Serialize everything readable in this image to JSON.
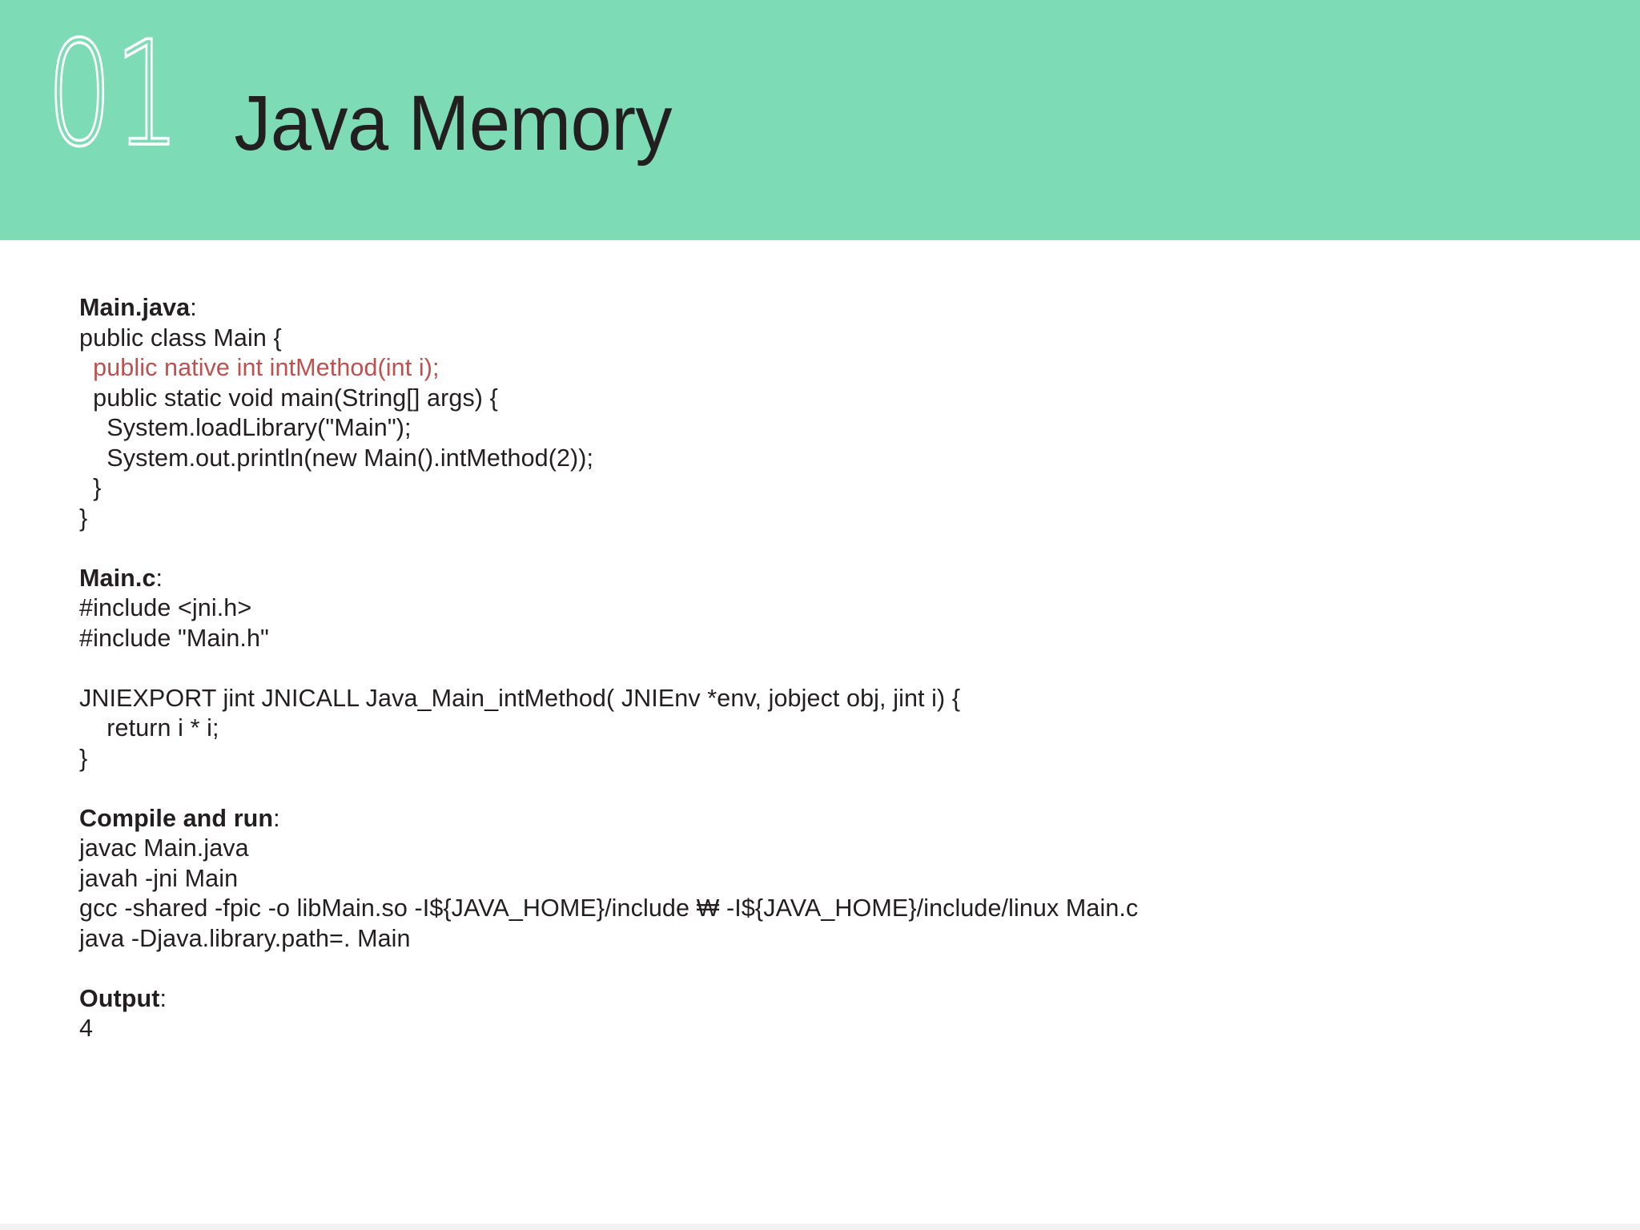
{
  "header": {
    "number": "01",
    "title": "Java Memory",
    "background_color": "#7ddcb6",
    "number_color": "#ffffff",
    "title_color": "#231f20"
  },
  "theme": {
    "page_background": "#ffffff",
    "code_color": "#231f20",
    "highlight_color": "#c0504d",
    "footer_color": "#f2f2f2"
  },
  "sections": [
    {
      "heading": "Main.java",
      "heading_suffix": ":",
      "lines": [
        {
          "text": "public class Main {",
          "highlight": false
        },
        {
          "text": "  public native int intMethod(int i);",
          "highlight": true
        },
        {
          "text": "  public static void main(String[] args) {",
          "highlight": false
        },
        {
          "text": "    System.loadLibrary(\"Main\");",
          "highlight": false
        },
        {
          "text": "    System.out.println(new Main().intMethod(2));",
          "highlight": false
        },
        {
          "text": "  }",
          "highlight": false
        },
        {
          "text": "}",
          "highlight": false
        }
      ]
    },
    {
      "heading": "Main.c",
      "heading_suffix": ":",
      "lines": [
        {
          "text": "#include <jni.h>",
          "highlight": false
        },
        {
          "text": "#include \"Main.h\"",
          "highlight": false
        },
        {
          "text": "",
          "highlight": false
        },
        {
          "text": "JNIEXPORT jint JNICALL Java_Main_intMethod( JNIEnv *env, jobject obj, jint i) {",
          "highlight": false
        },
        {
          "text": "    return i * i;",
          "highlight": false
        },
        {
          "text": "}",
          "highlight": false
        }
      ]
    },
    {
      "heading": "Compile and run",
      "heading_suffix": ":",
      "lines": [
        {
          "text": "javac Main.java",
          "highlight": false
        },
        {
          "text": "javah -jni Main",
          "highlight": false
        },
        {
          "text": "gcc -shared -fpic -o libMain.so -I${JAVA_HOME}/include ₩ -I${JAVA_HOME}/include/linux Main.c",
          "highlight": false
        },
        {
          "text": "java -Djava.library.path=. Main",
          "highlight": false
        }
      ]
    },
    {
      "heading": "Output",
      "heading_suffix": ":",
      "lines": [
        {
          "text": "4",
          "highlight": false
        }
      ]
    }
  ]
}
